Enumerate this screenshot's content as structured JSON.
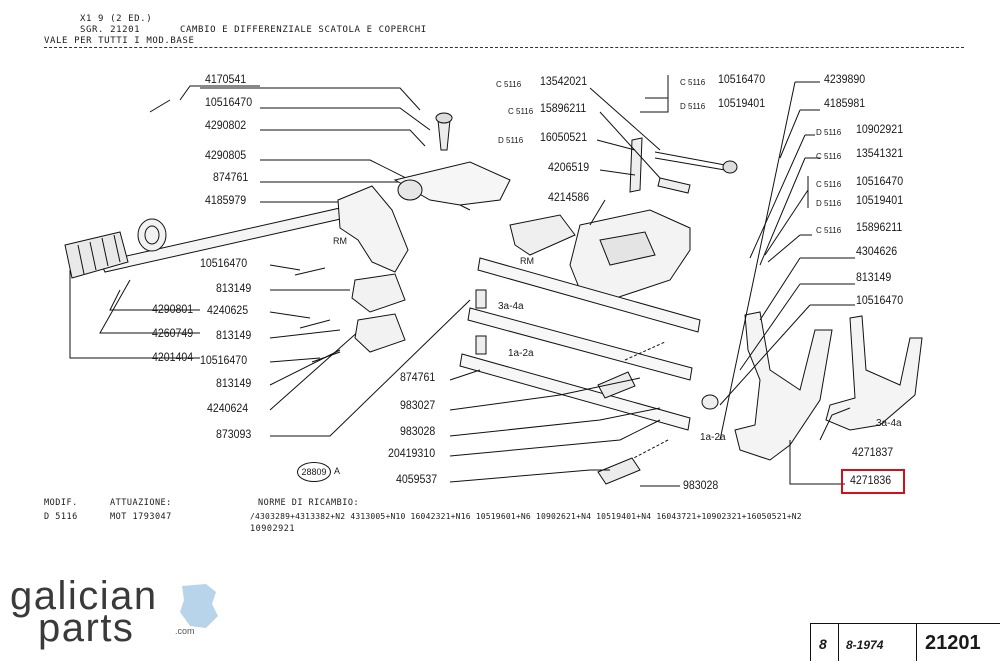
{
  "header": {
    "line1_model": "X1 9 (2 ED.)",
    "line2_group": "SGR. 21201",
    "line2_title": "CAMBIO E DIFFERENZIALE SCATOLA E COPERCHI",
    "line3_validity": "VALE PER TUTTI I MOD.BASE"
  },
  "left_labels": [
    "4170541",
    "10516470",
    "4290802",
    "4290805",
    "874761",
    "4185979",
    "10516470",
    "813149",
    "4240625",
    "813149",
    "10516470",
    "813149",
    "4240624",
    "873093",
    "4290801",
    "4260749",
    "4201404"
  ],
  "center_labels": {
    "c5116_a": "C 5116",
    "p13542021": "13542021",
    "c5116_b": "C 5116",
    "p15896211": "15896211",
    "d5116_a": "D 5116",
    "p16050521": "16050521",
    "p4206519": "4206519",
    "p4214586": "4214586",
    "rm1": "RM",
    "rm2": "RM",
    "p874761": "874761",
    "p983027": "983027",
    "p983028a": "983028",
    "p20419310": "20419310",
    "p4059537": "4059537",
    "p983028b": "983028",
    "gear34": "3a-4a",
    "gear12": "1a-2a",
    "gear12b": "1a-2a",
    "gear34b": "3a-4a",
    "ref_circle": "28809",
    "ref_a": "A"
  },
  "right_labels": {
    "c5116_top": "C 5116",
    "p10516470_top": "10516470",
    "d5116_top": "D 5116",
    "p10519401_top": "10519401",
    "p4239890": "4239890",
    "p4185981": "4185981",
    "d5116_r1": "D 5116",
    "p10902921": "10902921",
    "c5116_r2": "C 5116",
    "p13541321": "13541321",
    "c5116_r3": "C 5116",
    "p10516470_r": "10516470",
    "d5116_r4": "D 5116",
    "p10519401_r": "10519401",
    "c5116_r5": "C 5116",
    "p15896211_r": "15896211",
    "p4304626": "4304626",
    "p813149_r": "813149",
    "p10516470_r2": "10516470",
    "p4271837": "4271837",
    "p4271836": "4271836"
  },
  "footer": {
    "modif_h": "MODIF.",
    "attuazione_h": "ATTUAZIONE:",
    "norme_h": "NORME DI RICAMBIO:",
    "modif_v": "D 5116",
    "attuazione_v": "MOT 1793047",
    "norme_line1": "/4303289+4313382+N2 4313005+N10 16042321+N16 10519601+N6 10902621+N4 10519401+N4 16043721+10902321+16050521+N2",
    "norme_line2": "10902921"
  },
  "title_block": {
    "sheet": "8",
    "date": "8-1974",
    "group": "21201"
  },
  "logo": {
    "line1": "galician",
    "line2": "parts",
    "domain": ".com",
    "accent_color": "#b8d4ea"
  },
  "highlight_color": "#d0101a"
}
